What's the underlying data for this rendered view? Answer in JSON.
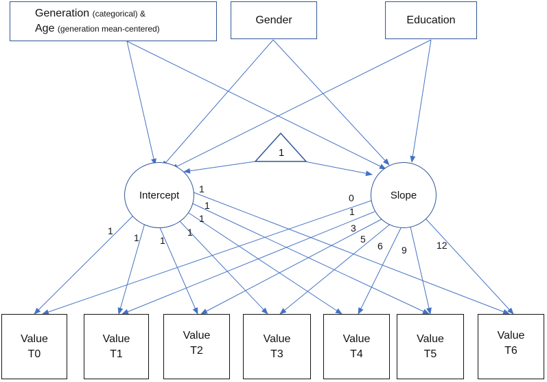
{
  "boxes": {
    "generation": {
      "line1_main": "Generation",
      "line1_small": "(categorical) &",
      "line2_main": "Age",
      "line2_small": "(generation mean-centered)"
    },
    "gender": "Gender",
    "education": "Education"
  },
  "constant": "1",
  "latent": {
    "intercept": "Intercept",
    "slope": "Slope"
  },
  "intercept_loadings": [
    "1",
    "1",
    "1",
    "1",
    "1",
    "1",
    "1"
  ],
  "slope_loadings": [
    "0",
    "1",
    "3",
    "5",
    "6",
    "9",
    "12"
  ],
  "values": [
    {
      "l1": "Value",
      "l2": "T0"
    },
    {
      "l1": "Value",
      "l2": "T1"
    },
    {
      "l1": "Value",
      "l2": "T2"
    },
    {
      "l1": "Value",
      "l2": "T3"
    },
    {
      "l1": "Value",
      "l2": "T4"
    },
    {
      "l1": "Value",
      "l2": "T5"
    },
    {
      "l1": "Value",
      "l2": "T6"
    }
  ],
  "colors": {
    "arrow": "#4472c4",
    "border": "#2f5597"
  }
}
